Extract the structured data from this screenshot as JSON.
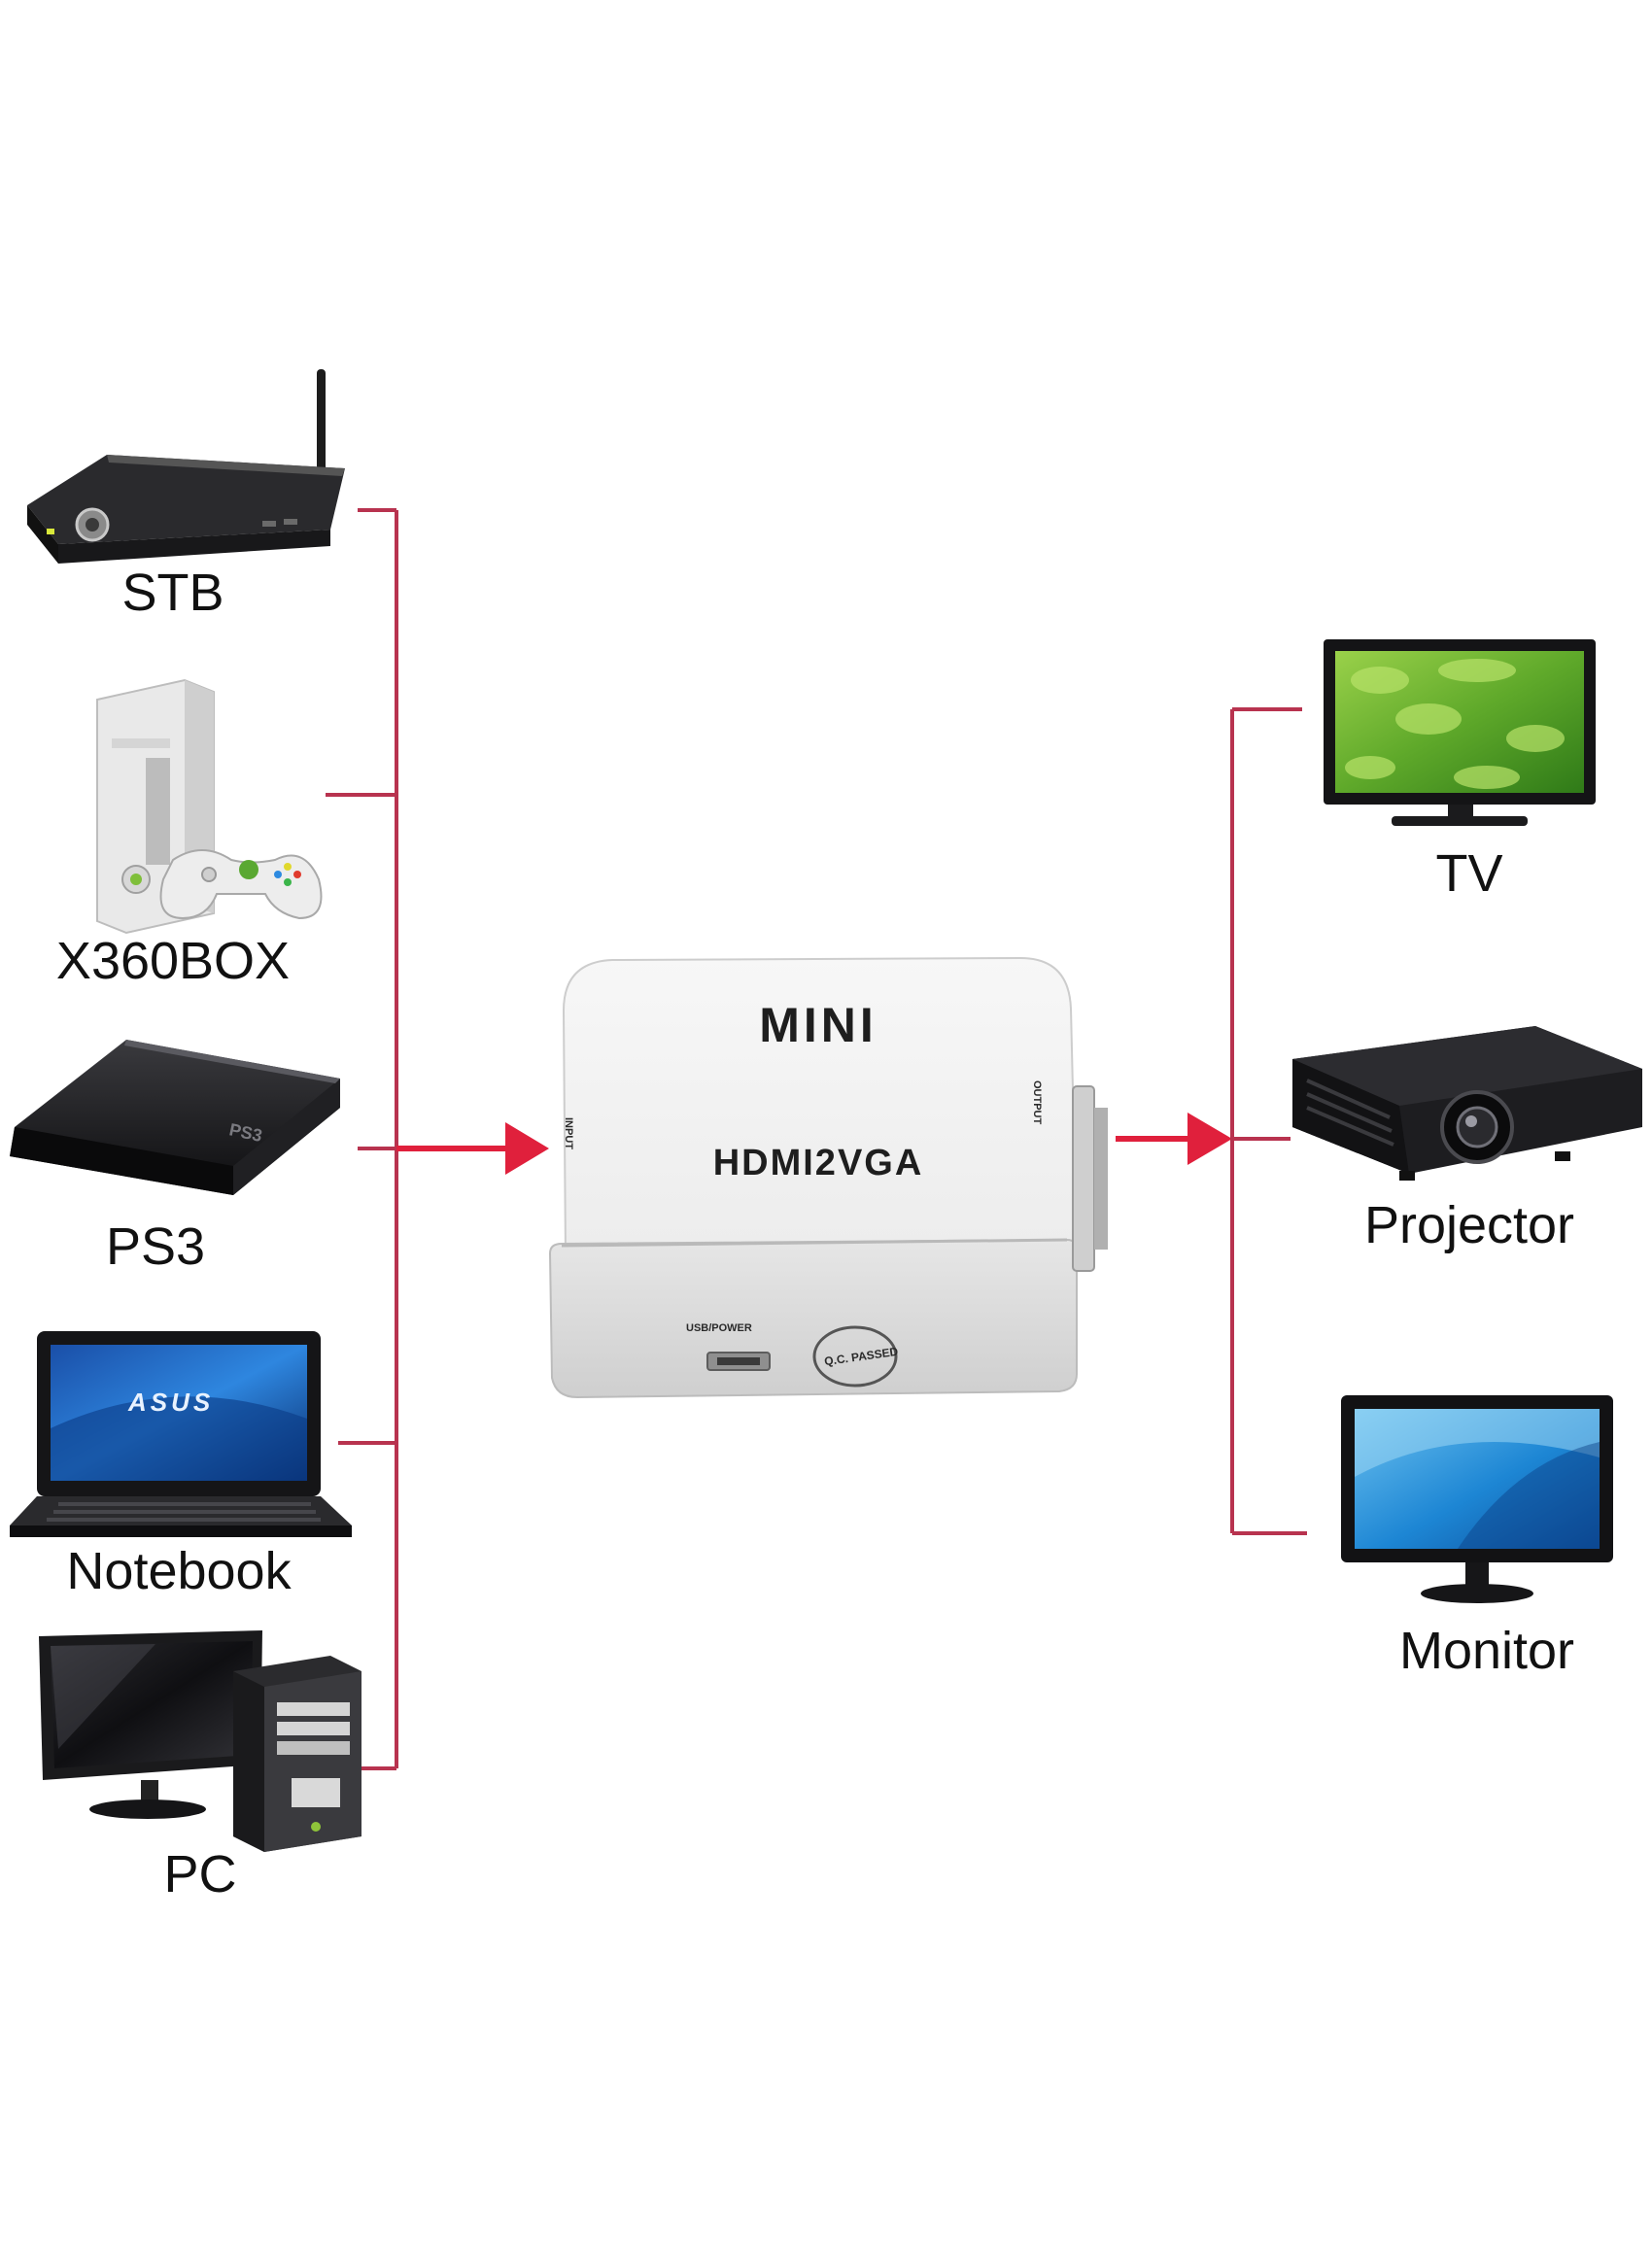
{
  "colors": {
    "connector": "#b8334f",
    "arrow": "#e0203c",
    "device_dark": "#1b1b1d",
    "adapter_body": "#f1f1f1"
  },
  "inputs": [
    {
      "label": "STB",
      "icon": "set-top-box-icon"
    },
    {
      "label": "X360BOX",
      "icon": "game-console-icon"
    },
    {
      "label": "PS3",
      "icon": "ps3-console-icon"
    },
    {
      "label": "Notebook",
      "icon": "laptop-icon"
    },
    {
      "label": "PC",
      "icon": "desktop-pc-icon"
    }
  ],
  "outputs": [
    {
      "label": "TV",
      "icon": "tv-icon"
    },
    {
      "label": "Projector",
      "icon": "projector-icon"
    },
    {
      "label": "Monitor",
      "icon": "monitor-icon"
    }
  ],
  "adapter": {
    "model_line1": "MINI",
    "model_line2": "HDMI2VGA",
    "input_port": "INPUT",
    "output_port": "OUTPUT",
    "power_port": "USB/POWER",
    "qc_stamp": "Q.C. PASSED"
  },
  "laptop_brand": "ASUS"
}
